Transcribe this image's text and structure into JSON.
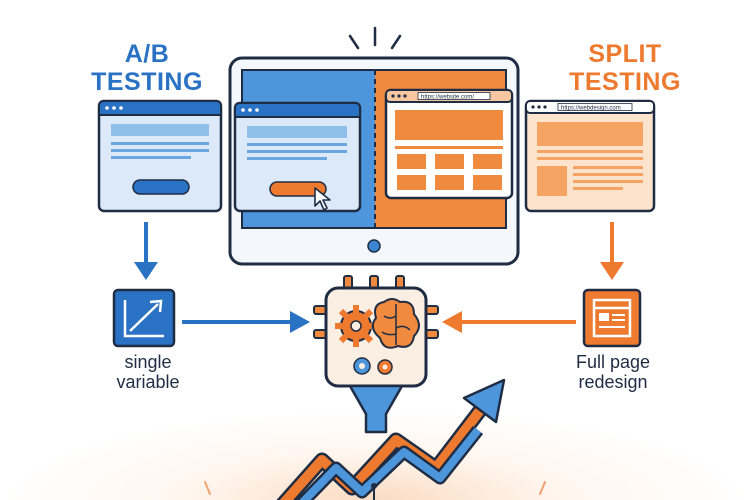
{
  "ab_testing": {
    "line1": "A/B",
    "line2": "TESTING"
  },
  "split_testing": {
    "line1": "SPLIT",
    "line2": "TESTING"
  },
  "url_center": "https://website.com/",
  "url_right": "https://webdesign.com",
  "single_variable": {
    "line1": "single",
    "line2": "variable"
  },
  "full_page": {
    "line1": "Full page",
    "line2": "redesign"
  },
  "colors": {
    "blue": "#2a72c4",
    "orange": "#ee7a2f",
    "navy": "#1f2d44",
    "light_blue": "#dbe9f8",
    "light_orange": "#fde3cc"
  },
  "icons": [
    "chart-icon",
    "page-layout-icon",
    "gear-icon",
    "brain-icon",
    "cursor-icon",
    "growth-arrow-icon"
  ]
}
